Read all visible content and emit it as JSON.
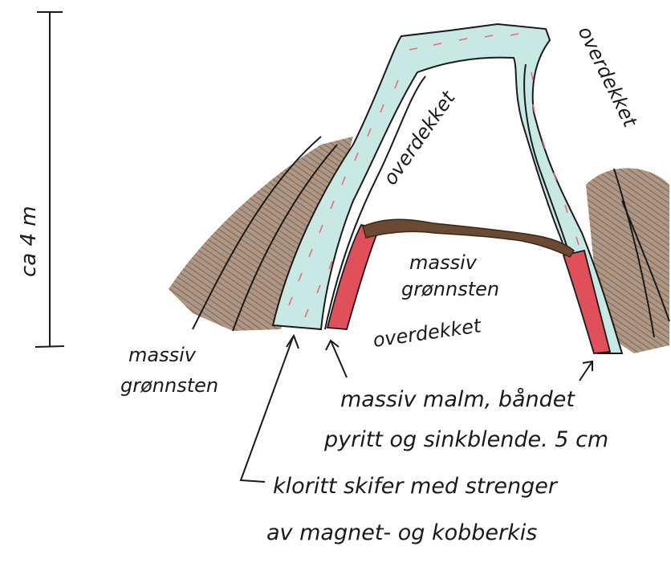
{
  "scale": {
    "label": "ca 4 m"
  },
  "labels": {
    "overdekket_left": "overdekket",
    "overdekket_right": "overdekket",
    "overdekket_center": "overdekket",
    "massiv_gronnsten_center_line1": "massiv",
    "massiv_gronnsten_center_line2": "grønnsten",
    "massiv_gronnsten_left_line1": "massiv",
    "massiv_gronnsten_left_line2": "grønnsten",
    "malm_line1": "massiv malm, båndet",
    "malm_line2": "pyritt og sinkblende. 5 cm",
    "kloritt_line1": "kloritt skifer med strenger",
    "kloritt_line2": "av magnet- og kobberkis"
  },
  "colors": {
    "brown_rock": "#8a6a55",
    "brown_band": "#6b4a33",
    "red_ore": "#e0505a",
    "chlorite": "#c8e8e4",
    "chlorite_streak": "#e86a78",
    "ink": "#1a1a1a"
  }
}
